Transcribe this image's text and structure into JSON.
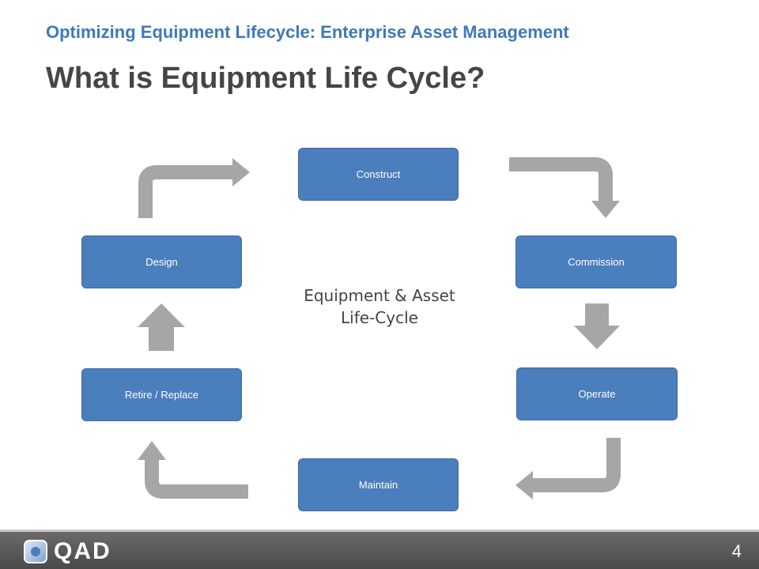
{
  "header": {
    "subtitle": "Optimizing Equipment Lifecycle: Enterprise Asset Management",
    "title": "What is Equipment Life Cycle?"
  },
  "diagram": {
    "center_label_line1": "Equipment & Asset",
    "center_label_line2": "Life-Cycle",
    "stages": {
      "construct": "Construct",
      "commission": "Commission",
      "operate": "Operate",
      "maintain": "Maintain",
      "retire": "Retire / Replace",
      "design": "Design"
    },
    "colors": {
      "box_fill": "#4b7ebc",
      "arrow_fill": "#a6a6a6"
    }
  },
  "footer": {
    "logo_text": "QAD",
    "page_number": "4"
  }
}
